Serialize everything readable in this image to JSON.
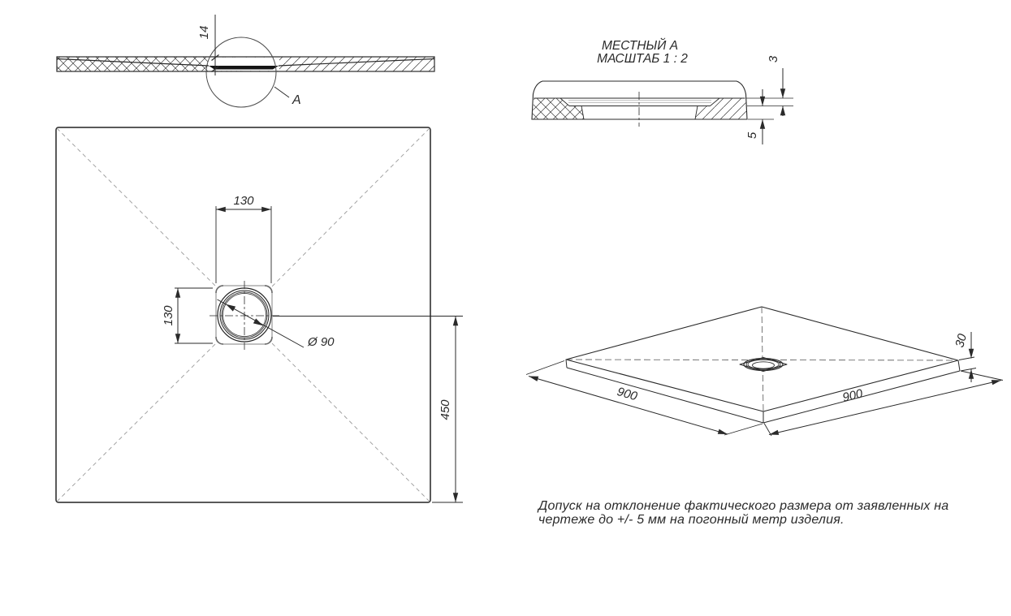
{
  "colors": {
    "ink": "#2a2a2a",
    "hatch": "#3a3a3a",
    "drain_outline_gray": "#ababab",
    "flange_gray": "#b5b5b5",
    "dashed_gray": "#9a9a9a",
    "background": "#ffffff"
  },
  "section_view": {
    "depth_dim": "14",
    "detail_label": "A"
  },
  "plan_view": {
    "drain_width_dim": "130",
    "drain_height_dim": "130",
    "drain_diameter_dim": "Ø 90",
    "drain_offset_dim": "450"
  },
  "detail_view": {
    "title_line1": "МЕСТНЫЙ А",
    "title_line2": "МАСШТАБ 1 : 2",
    "step_dim": "3",
    "depth_dim": "5"
  },
  "iso_view": {
    "width_dim": "900",
    "depth_dim": "900",
    "thickness_dim": "30"
  },
  "note": {
    "line1": "Допуск на отклонение фактического размера от заявленных на",
    "line2": "чертеже до +/- 5 мм на погонный метр изделия."
  }
}
